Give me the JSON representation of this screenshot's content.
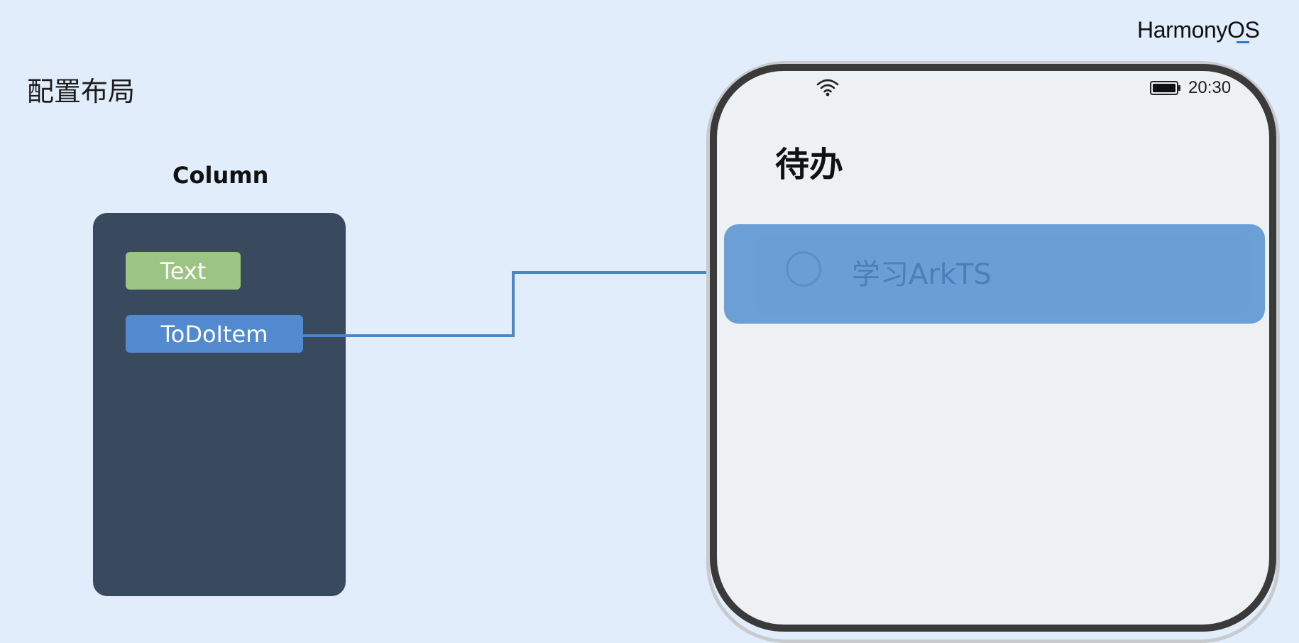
{
  "brand": {
    "name": "HarmonyOS"
  },
  "page": {
    "title": "配置布局"
  },
  "layout_tree": {
    "container_label": "Column",
    "children": [
      {
        "label": "Text",
        "color": "#9cc484"
      },
      {
        "label": "ToDoItem",
        "color": "#5289cf"
      }
    ]
  },
  "phone": {
    "status": {
      "time": "20:30",
      "wifi_icon": "wifi-icon",
      "battery_icon": "battery-icon"
    },
    "app_title": "待办",
    "todo_items": [
      {
        "label": "学习ArkTS",
        "checked": false
      }
    ]
  },
  "colors": {
    "background": "#e1edfb",
    "column_box": "#3a4a5e",
    "accent_blue": "#5289cf",
    "text_chip_green": "#9cc484",
    "highlight_row": "#6c9fd6"
  }
}
